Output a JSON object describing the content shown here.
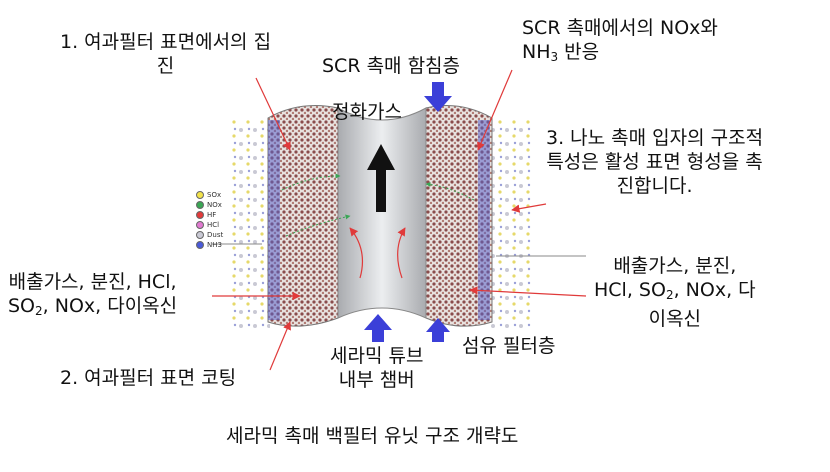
{
  "labels": {
    "filter_surface_collection": [
      "1. 여과필터 표면에서의 집",
      "진"
    ],
    "scr_layer": "SCR 촉매 함침층",
    "scr_reaction_line1": "SCR 촉매에서의 NOx와",
    "scr_reaction_nh": "NH",
    "scr_reaction_sub": "3",
    "scr_reaction_rest": " 반응",
    "clean_gas": "정화가스",
    "nano_catalyst": [
      "3. 나노 촉매 입자의 구조적",
      "특성은 활성 표면 형성을 촉",
      "진합니다."
    ],
    "exhaust_left_line1": "배출가스, 분진, HCl,",
    "exhaust_left_so": "SO",
    "exhaust_left_sub": "2",
    "exhaust_left_rest": ", NOx, 다이옥신",
    "exhaust_right_line1": "배출가스, 분진,",
    "exhaust_right_pre": "HCl, SO",
    "exhaust_right_sub": "2",
    "exhaust_right_rest": ", NOx, 다",
    "exhaust_right_line3": "이옥신",
    "filter_coating": "2. 여과필터 표면 코팅",
    "ceramic_tube": [
      "세라믹 튜브",
      "내부 챔버"
    ],
    "fiber_filter_layer": "섬유 필터층",
    "caption": "세라믹 촉매 백필터 유닛 구조 개략도"
  },
  "legend": [
    {
      "label": "SOx",
      "color": "#f2e24b"
    },
    {
      "label": "NOx",
      "color": "#3aa655"
    },
    {
      "label": "HF",
      "color": "#e23b3b"
    },
    {
      "label": "HCl",
      "color": "#e07ad0"
    },
    {
      "label": "Dust",
      "color": "#c9c9d4"
    },
    {
      "label": "NH3",
      "color": "#4a5ad8"
    }
  ],
  "colors": {
    "arrow_blue": "#3b3fd8",
    "pointer_red": "#e03a3a",
    "filter_dark": "#8a4c4c",
    "tube_gray": "#c8cacd"
  }
}
